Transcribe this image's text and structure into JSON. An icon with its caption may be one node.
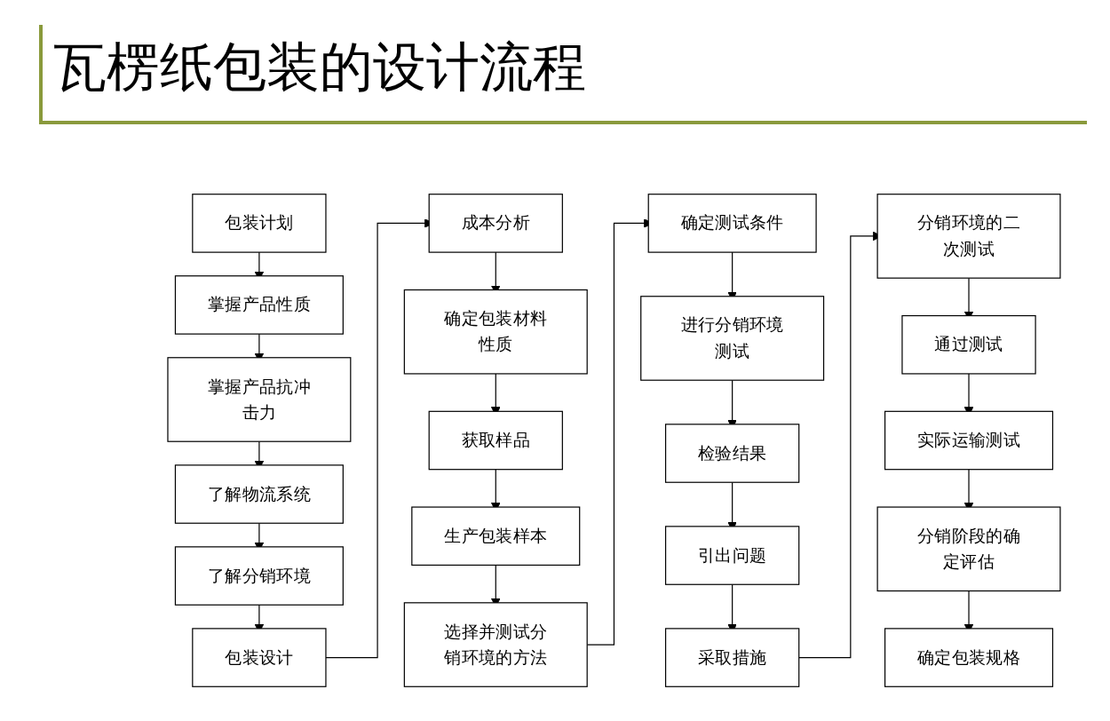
{
  "diagram": {
    "title": "瓦楞纸包装的设计流程",
    "nodes": [
      {
        "text": [
          "包装计划"
        ]
      },
      {
        "text": [
          "掌握产品性质"
        ]
      },
      {
        "text": [
          "掌握产品抗冲击力"
        ]
      },
      {
        "text": [
          "了解物流系统"
        ]
      },
      {
        "text": [
          "了解分销环境"
        ]
      },
      {
        "text": [
          "包装设计"
        ]
      },
      {
        "text": [
          "成本分析"
        ]
      },
      {
        "text": [
          "确定包装材料性质"
        ]
      },
      {
        "text": [
          "获取样品"
        ]
      },
      {
        "text": [
          "生产包装样本"
        ]
      },
      {
        "text": [
          "选择并测试分销环境的方法"
        ]
      },
      {
        "text": [
          "确定测试条件"
        ]
      },
      {
        "text": [
          "进行分销环境测试"
        ]
      },
      {
        "text": [
          "检验结果"
        ]
      },
      {
        "text": [
          "引出问题"
        ]
      },
      {
        "text": [
          "采取措施"
        ]
      },
      {
        "text": [
          "分销环境的二次测试"
        ]
      },
      {
        "text": [
          "通过测试"
        ]
      },
      {
        "text": [
          "实际运输测试"
        ]
      },
      {
        "text": [
          "分销阶段的确定评估"
        ]
      },
      {
        "text": [
          "确定包装规格"
        ]
      }
    ],
    "edges": [
      {
        "from": 0,
        "to": 1,
        "arrow": "to"
      },
      {
        "from": 1,
        "to": 2,
        "arrow": "to"
      },
      {
        "from": 2,
        "to": 3,
        "arrow": "to"
      },
      {
        "from": 3,
        "to": 4,
        "arrow": "to"
      },
      {
        "from": 4,
        "to": 5,
        "arrow": "to"
      },
      {
        "from": 5,
        "to": 6,
        "arrow": "to"
      },
      {
        "from": 6,
        "to": 7,
        "arrow": "to"
      },
      {
        "from": 7,
        "to": 8,
        "arrow": "to"
      },
      {
        "from": 8,
        "to": 9,
        "arrow": "to"
      },
      {
        "from": 9,
        "to": 10,
        "arrow": "to"
      },
      {
        "from": 10,
        "to": 11,
        "arrow": "to"
      },
      {
        "from": 11,
        "to": 12,
        "arrow": "to"
      },
      {
        "from": 12,
        "to": 13,
        "arrow": "to"
      },
      {
        "from": 13,
        "to": 14,
        "arrow": "to"
      },
      {
        "from": 14,
        "to": 15,
        "arrow": "to"
      },
      {
        "from": 15,
        "to": 16,
        "arrow": "to"
      },
      {
        "from": 16,
        "to": 17,
        "arrow": "to"
      },
      {
        "from": 17,
        "to": 18,
        "arrow": "to"
      },
      {
        "from": 18,
        "to": 19,
        "arrow": "to"
      },
      {
        "from": 19,
        "to": 20,
        "arrow": "to"
      }
    ]
  }
}
